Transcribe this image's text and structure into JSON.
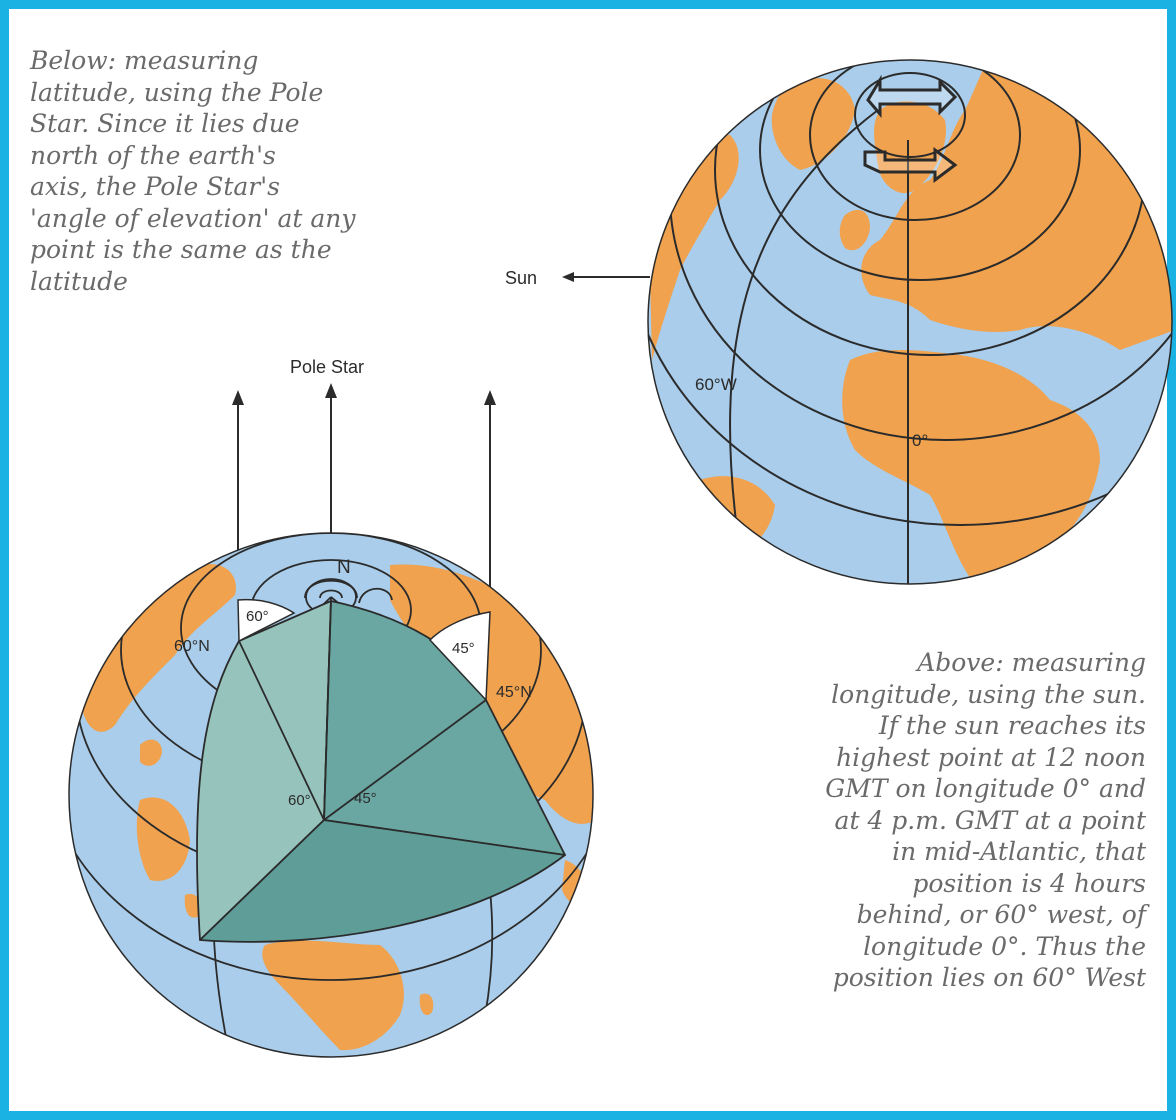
{
  "colors": {
    "border": "#1ab2e3",
    "ocean": "#a9cdea",
    "land": "#f0a24e",
    "wedge": "#78b3ad",
    "wedge_dark": "#5f9d99",
    "grid_line": "#2b2b2b",
    "caption_text": "#6a6a6a"
  },
  "captions": {
    "latitude": [
      "Below: measuring",
      "latitude, using the Pole",
      "Star. Since it lies due",
      "north of the earth's",
      "axis, the Pole Star's",
      "'angle of elevation' at any",
      "point is the same as the",
      "latitude"
    ],
    "longitude": [
      "Above: measuring",
      "longitude, using the sun.",
      "If the sun reaches its",
      "highest point at 12 noon",
      "GMT on longitude 0° and",
      "at 4 p.m. GMT at a point",
      "in mid-Atlantic, that",
      "position is 4 hours",
      "behind, or 60° west, of",
      "longitude 0°. Thus the",
      "position lies on 60° West"
    ]
  },
  "longitude_globe": {
    "sun_label": "Sun",
    "meridian_west_label": "60°W",
    "meridian_zero_label": "0°",
    "icons": [
      "rotation-arrow-icon",
      "rotation-arrow-icon"
    ]
  },
  "latitude_globe": {
    "pole_star_label": "Pole Star",
    "north_label": "N",
    "angle_60_top": "60°",
    "angle_45_top": "45°",
    "lat_60_label": "60°N",
    "lat_45_label": "45°N",
    "angle_60_center": "60°",
    "angle_45_center": "45°"
  }
}
